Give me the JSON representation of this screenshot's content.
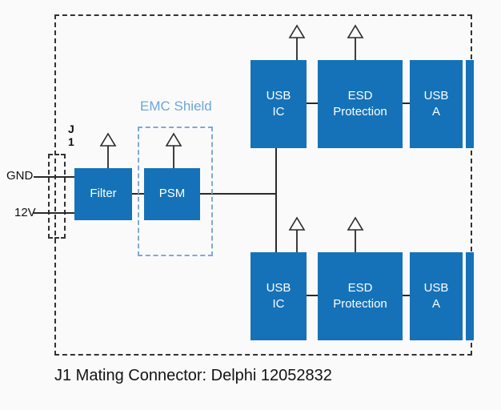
{
  "colors": {
    "block_fill": "#1572b8",
    "shield_stroke": "#7fa8d9",
    "line": "#2a2a2a"
  },
  "labels": {
    "gnd": "GND",
    "v12": "12V",
    "j1": "J\n1",
    "emc_shield": "EMC Shield"
  },
  "blocks": {
    "filter": "Filter",
    "psm": "PSM",
    "usb_ic_top": "USB\nIC",
    "esd_top": "ESD\nProtection",
    "usb_a_top": "USB\nA",
    "usb_ic_bottom": "USB\nIC",
    "esd_bottom": "ESD\nProtection",
    "usb_a_bottom": "USB\nA"
  },
  "caption": "J1 Mating Connector: Delphi 12052832"
}
